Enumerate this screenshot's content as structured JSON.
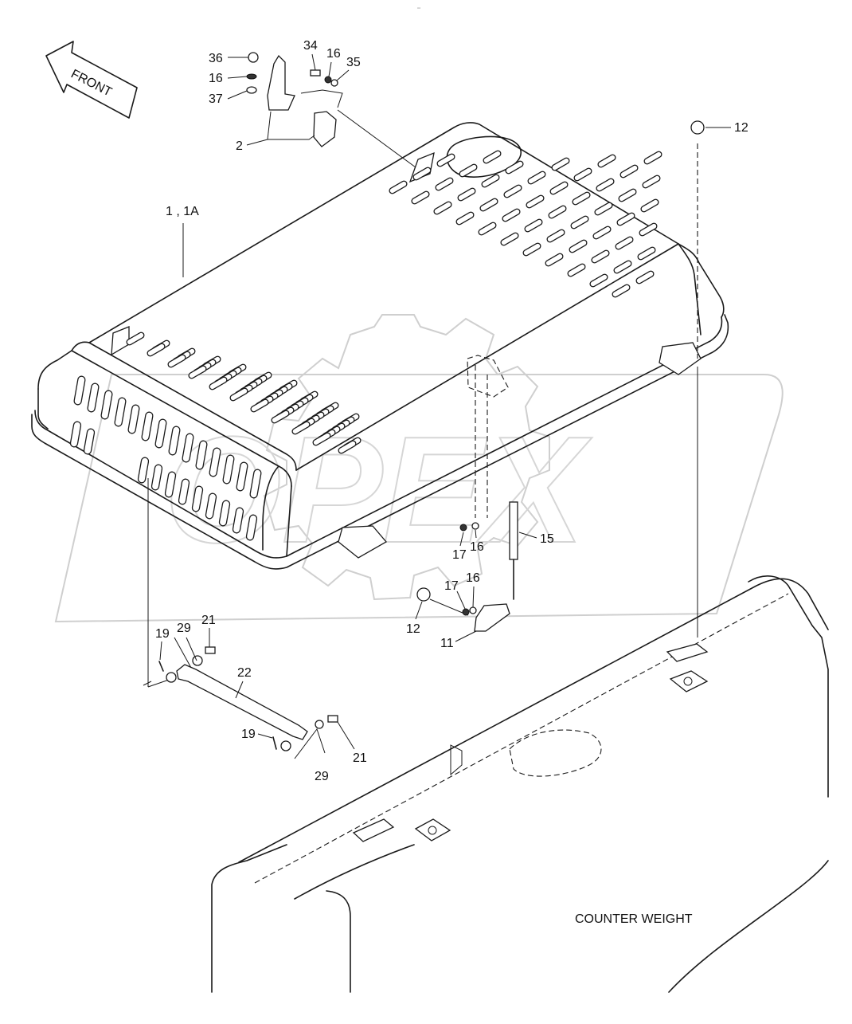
{
  "front_arrow": {
    "text": "FRONT"
  },
  "counterweight": {
    "label": "COUNTER WEIGHT"
  },
  "callouts": [
    {
      "id": "c36",
      "text": "36"
    },
    {
      "id": "c16a",
      "text": "16"
    },
    {
      "id": "c37",
      "text": "37"
    },
    {
      "id": "c34",
      "text": "34"
    },
    {
      "id": "c16b",
      "text": "16"
    },
    {
      "id": "c35",
      "text": "35"
    },
    {
      "id": "c2",
      "text": "2"
    },
    {
      "id": "c12a",
      "text": "12"
    },
    {
      "id": "c1",
      "text": "1 , 1A"
    },
    {
      "id": "c17a",
      "text": "17"
    },
    {
      "id": "c16c",
      "text": "16"
    },
    {
      "id": "c15",
      "text": "15"
    },
    {
      "id": "c17b",
      "text": "17"
    },
    {
      "id": "c16d",
      "text": "16"
    },
    {
      "id": "c12b",
      "text": "12"
    },
    {
      "id": "c11",
      "text": "11"
    },
    {
      "id": "c19a",
      "text": "19"
    },
    {
      "id": "c29a",
      "text": "29"
    },
    {
      "id": "c21a",
      "text": "21"
    },
    {
      "id": "c22",
      "text": "22"
    },
    {
      "id": "c19b",
      "text": "19"
    },
    {
      "id": "c29b",
      "text": "29"
    },
    {
      "id": "c21b",
      "text": "21"
    }
  ],
  "watermark": {
    "text": "OPEX"
  }
}
